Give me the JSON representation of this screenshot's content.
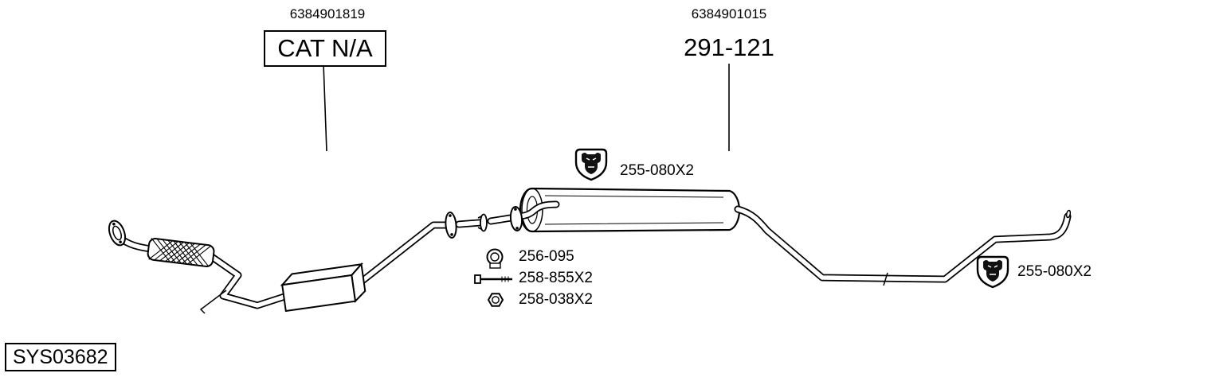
{
  "diagram_type": "exhaust-system-parts-diagram",
  "colors": {
    "line": "#000000",
    "background": "#ffffff",
    "emblem": "#111111"
  },
  "labels": {
    "left_assembly": {
      "part_number": "6384901819",
      "name": "CAT N/A"
    },
    "right_assembly": {
      "part_number": "6384901015",
      "name": "291-121"
    },
    "hanger_mid": {
      "part_number": "255-080X2",
      "icon": "brand-shield-icon"
    },
    "hanger_rear": {
      "part_number": "255-080X2",
      "icon": "brand-shield-icon"
    },
    "small_parts": [
      {
        "part_number": "256-095",
        "icon": "clamp-ring-icon"
      },
      {
        "part_number": "258-855X2",
        "icon": "bolt-icon"
      },
      {
        "part_number": "258-038X2",
        "icon": "nut-icon"
      }
    ],
    "system_code": "SYS03682"
  }
}
